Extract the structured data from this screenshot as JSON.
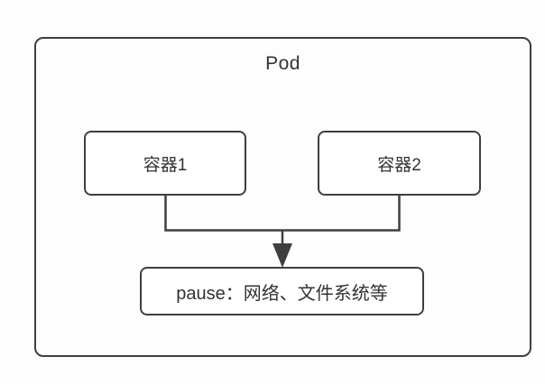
{
  "diagram": {
    "title": "Pod",
    "pod": {
      "label": "Pod"
    },
    "containers": [
      {
        "label": "容器1"
      },
      {
        "label": "容器2"
      }
    ],
    "pause": {
      "label": "pause：网络、文件系统等"
    },
    "edges": [
      {
        "from": "容器1",
        "to": "pause"
      },
      {
        "from": "容器2",
        "to": "pause"
      }
    ]
  },
  "colors": {
    "line": "#3f3f3f",
    "text": "#333333",
    "background": "#fdfdfd",
    "node-bg": "#ffffff"
  }
}
